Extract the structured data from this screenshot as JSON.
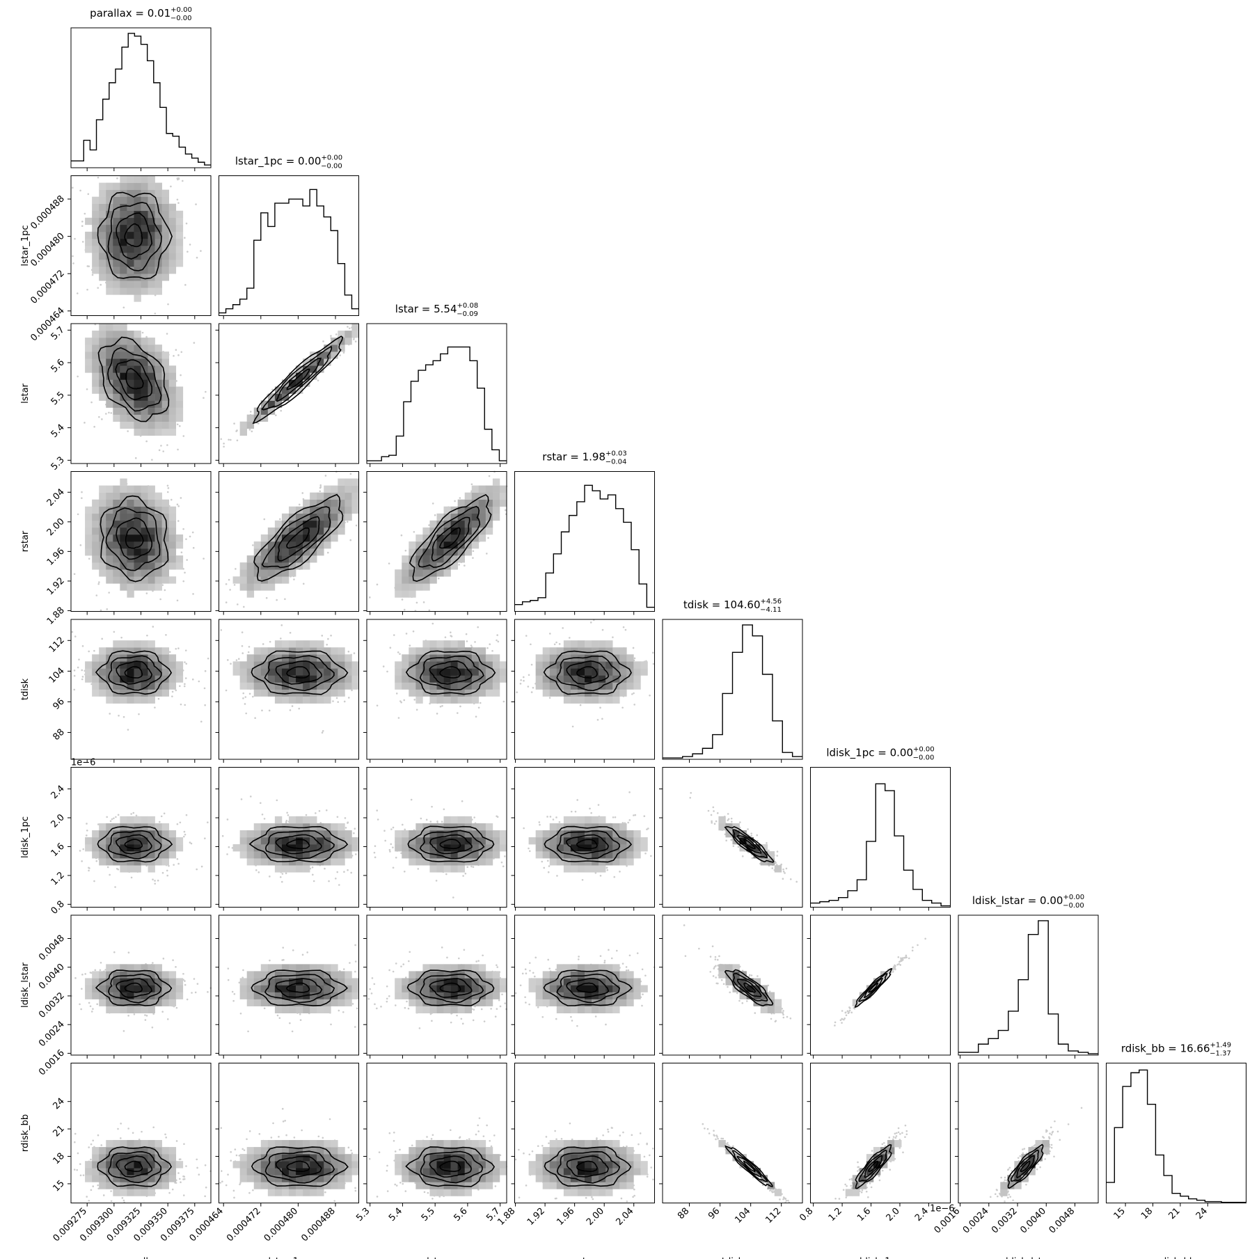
{
  "chart_data": {
    "type": "corner",
    "variables": [
      "parallax",
      "lstar_1pc",
      "lstar",
      "rstar",
      "tdisk",
      "ldisk_1pc",
      "ldisk_lstar",
      "rdisk_bb"
    ],
    "axis_labels": [
      "parallax",
      "lstar_1pc",
      "lstar",
      "rstar",
      "tdisk",
      "ldisk_1pc",
      "ldisk_lstar",
      "rdisk_bb"
    ],
    "ranges": [
      [
        0.00926,
        0.00939
      ],
      [
        0.000463,
        0.000493
      ],
      [
        5.29,
        5.72
      ],
      [
        1.879,
        2.068
      ],
      [
        81.0,
        117.5
      ],
      [
        0.76,
        2.7
      ],
      [
        0.00155,
        0.00545
      ],
      [
        12.9,
        28.2
      ]
    ],
    "ticks": [
      [
        "0.009275",
        "0.009300",
        "0.009325",
        "0.009350",
        "0.009375"
      ],
      [
        "0.000464",
        "0.000472",
        "0.000480",
        "0.000488"
      ],
      [
        "5.3",
        "5.4",
        "5.5",
        "5.6",
        "5.7"
      ],
      [
        "1.88",
        "1.92",
        "1.96",
        "2.00",
        "2.04"
      ],
      [
        "88",
        "96",
        "104",
        "112"
      ],
      [
        "0.8",
        "1.2",
        "1.6",
        "2.0",
        "2.4"
      ],
      [
        "0.0016",
        "0.0024",
        "0.0032",
        "0.0040",
        "0.0048"
      ],
      [
        "15",
        "18",
        "21",
        "24"
      ]
    ],
    "offset_labels": {
      "ldisk_1pc": "1e−6"
    },
    "titles": [
      {
        "name": "parallax",
        "median": "0.01",
        "plus": "+0.00",
        "minus": "−0.00"
      },
      {
        "name": "lstar_1pc",
        "median": "0.00",
        "plus": "+0.00",
        "minus": "−0.00"
      },
      {
        "name": "lstar",
        "median": "5.54",
        "plus": "+0.08",
        "minus": "−0.09"
      },
      {
        "name": "rstar",
        "median": "1.98",
        "plus": "+0.03",
        "minus": "−0.04"
      },
      {
        "name": "tdisk",
        "median": "104.60",
        "plus": "+4.56",
        "minus": "−4.11"
      },
      {
        "name": "ldisk_1pc",
        "median": "0.00",
        "plus": "+0.00",
        "minus": "−0.00"
      },
      {
        "name": "ldisk_lstar",
        "median": "0.00",
        "plus": "+0.00",
        "minus": "−0.00"
      },
      {
        "name": "rdisk_bb",
        "median": "16.66",
        "plus": "+1.49",
        "minus": "−1.37"
      }
    ],
    "title_separator": " = ",
    "histograms": [
      [
        0.05,
        0.05,
        0.2,
        0.13,
        0.35,
        0.5,
        0.62,
        0.72,
        0.88,
        0.98,
        0.96,
        0.9,
        0.78,
        0.62,
        0.44,
        0.25,
        0.23,
        0.15,
        0.1,
        0.07,
        0.04,
        0.02
      ],
      [
        0.02,
        0.05,
        0.08,
        0.12,
        0.2,
        0.55,
        0.75,
        0.65,
        0.82,
        0.82,
        0.85,
        0.85,
        0.8,
        0.92,
        0.8,
        0.72,
        0.62,
        0.38,
        0.15,
        0.05
      ],
      [
        0.02,
        0.02,
        0.05,
        0.06,
        0.2,
        0.45,
        0.6,
        0.68,
        0.72,
        0.75,
        0.8,
        0.85,
        0.85,
        0.85,
        0.75,
        0.55,
        0.25,
        0.1,
        0.02
      ],
      [
        0.05,
        0.07,
        0.08,
        0.1,
        0.28,
        0.42,
        0.58,
        0.7,
        0.8,
        0.92,
        0.88,
        0.82,
        0.85,
        0.75,
        0.65,
        0.45,
        0.2,
        0.03
      ],
      [
        0.01,
        0.01,
        0.02,
        0.04,
        0.08,
        0.18,
        0.48,
        0.78,
        0.98,
        0.9,
        0.62,
        0.28,
        0.05,
        0.02
      ],
      [
        0.03,
        0.04,
        0.05,
        0.07,
        0.12,
        0.2,
        0.48,
        0.9,
        0.85,
        0.52,
        0.27,
        0.13,
        0.05,
        0.03,
        0.01
      ],
      [
        0.02,
        0.02,
        0.08,
        0.12,
        0.18,
        0.32,
        0.55,
        0.88,
        0.98,
        0.3,
        0.08,
        0.03,
        0.02,
        0.01
      ],
      [
        0.15,
        0.55,
        0.85,
        0.95,
        0.97,
        0.72,
        0.35,
        0.2,
        0.07,
        0.05,
        0.03,
        0.02,
        0.01,
        0.01,
        0.005,
        0.005,
        0.005
      ]
    ]
  }
}
